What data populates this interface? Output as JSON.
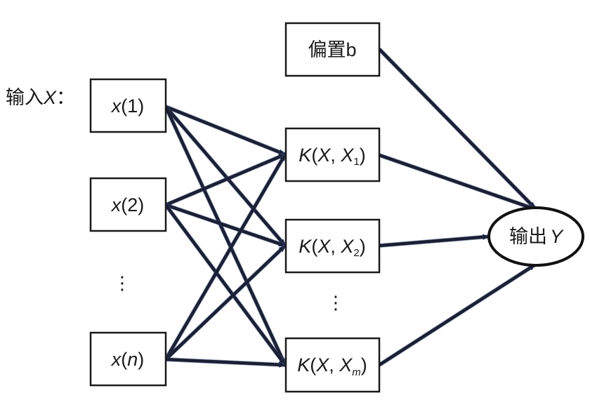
{
  "diagram": {
    "type": "kernel-network",
    "input_label": {
      "prefix": "输入",
      "var": "X",
      "suffix": "："
    },
    "inputs": [
      {
        "id": "x1",
        "var": "x",
        "index": "1"
      },
      {
        "id": "x2",
        "var": "x",
        "index": "2"
      },
      {
        "id": "xn",
        "var": "x",
        "index": "n"
      }
    ],
    "input_ellipsis": "⋮",
    "bias": {
      "id": "bias",
      "label": "偏置b"
    },
    "kernels": [
      {
        "id": "k1",
        "func": "K",
        "arg1": "X",
        "arg2": "X",
        "sub": "1"
      },
      {
        "id": "k2",
        "func": "K",
        "arg1": "X",
        "arg2": "X",
        "sub": "2"
      },
      {
        "id": "km",
        "func": "K",
        "arg1": "X",
        "arg2": "X",
        "sub": "m"
      }
    ],
    "kernel_ellipsis": "⋮",
    "output": {
      "id": "out",
      "prefix": "输出",
      "var": "Y"
    },
    "edges": [
      [
        "x1",
        "k1"
      ],
      [
        "x1",
        "k2"
      ],
      [
        "x1",
        "km"
      ],
      [
        "x2",
        "k1"
      ],
      [
        "x2",
        "k2"
      ],
      [
        "x2",
        "km"
      ],
      [
        "xn",
        "k1"
      ],
      [
        "xn",
        "k2"
      ],
      [
        "xn",
        "km"
      ],
      [
        "bias",
        "out"
      ],
      [
        "k1",
        "out"
      ],
      [
        "k2",
        "out"
      ],
      [
        "km",
        "out"
      ]
    ],
    "colors": {
      "edge": "#1c1f33",
      "edge_tint": "#3b5488",
      "border": "#1a1a1a"
    }
  }
}
